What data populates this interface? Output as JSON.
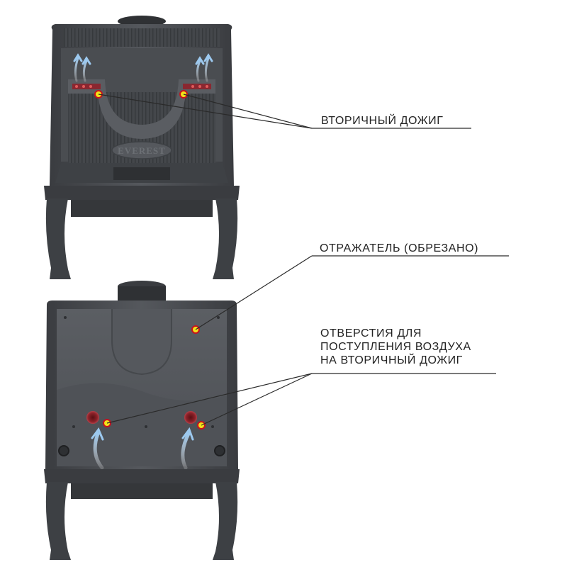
{
  "labels": {
    "secondary_burn": "ВТОРИЧНЫЙ ДОЖИГ",
    "reflector": "ОТРАЖАТЕЛЬ (ОБРЕЗАНО)",
    "air_holes": [
      "ОТВЕРСТИЯ ДЛЯ",
      "ПОСТУПЛЕНИЯ ВОЗДУХА",
      "НА ВТОРИЧНЫЙ ДОЖИГ"
    ]
  },
  "logo_text": "EVEREST",
  "colors": {
    "stove_body": "#4a4d51",
    "stove_dark": "#2e3033",
    "stove_panel": "#5e6166",
    "marker_fill": "#f2e21a",
    "marker_ring": "#c8121c",
    "air_arrow": "#a9cfee",
    "hole_red": "#7a1d22",
    "leader_line": "#2a2a2a"
  }
}
